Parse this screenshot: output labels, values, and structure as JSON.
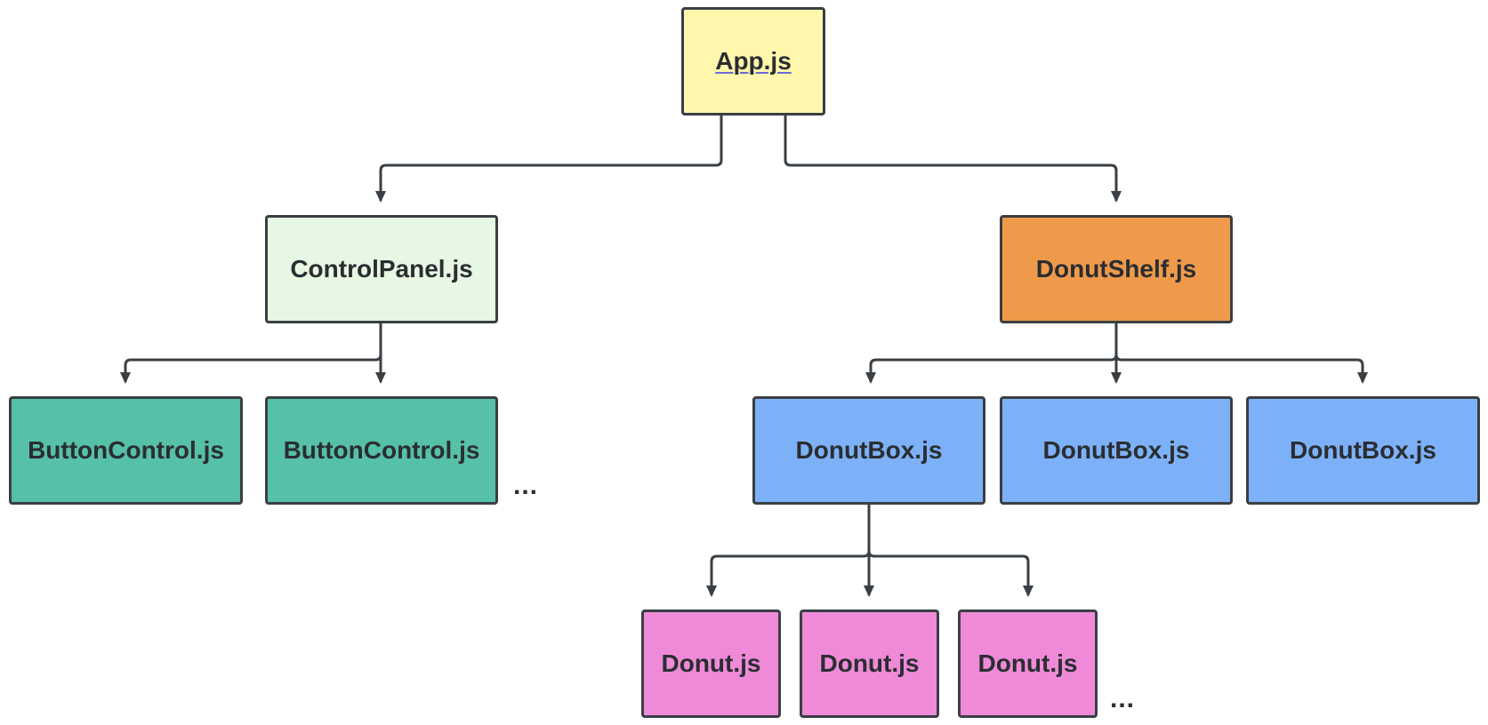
{
  "colors": {
    "app": "#fff7ac",
    "control_panel": "#e6f7e3",
    "donut_shelf": "#ef9a4b",
    "button_control": "#56c0a9",
    "donut_box": "#7db1f7",
    "donut": "#ef8ad8",
    "border": "#3a3f44",
    "connector": "#3a3f44"
  },
  "nodes": {
    "app": "App.js",
    "control_panel": "ControlPanel.js",
    "donut_shelf": "DonutShelf.js",
    "button_control_1": "ButtonControl.js",
    "button_control_2": "ButtonControl.js",
    "donut_box_1": "DonutBox.js",
    "donut_box_2": "DonutBox.js",
    "donut_box_3": "DonutBox.js",
    "donut_1": "Donut.js",
    "donut_2": "Donut.js",
    "donut_3": "Donut.js"
  },
  "ellipses": {
    "button_controls_more": "...",
    "donuts_more": "..."
  }
}
